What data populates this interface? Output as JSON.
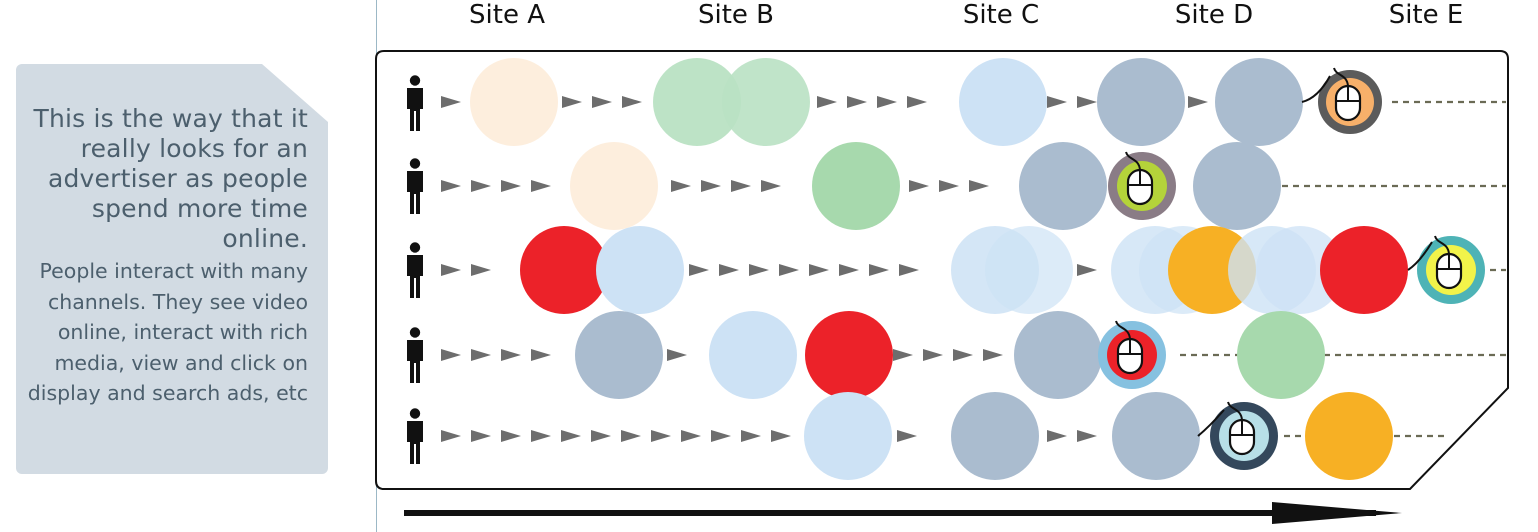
{
  "sites": [
    "Site A",
    "Site B",
    "Site C",
    "Site D",
    "Site E"
  ],
  "callout": {
    "main": "This is the way that it really looks for an advertiser as people spend more time online.",
    "sub": "People interact with many channels. They see video online, interact with rich media, view and click on display and search ads, etc"
  },
  "colors": {
    "video": "#fdeedd",
    "rich_media": "#b9e1c3",
    "display": "#cde2f5",
    "search": "#aabccf",
    "red": "#ec2229",
    "orange": "#f7b024",
    "green": "#a7d9ad",
    "arrow": "#6d6d6d"
  }
}
